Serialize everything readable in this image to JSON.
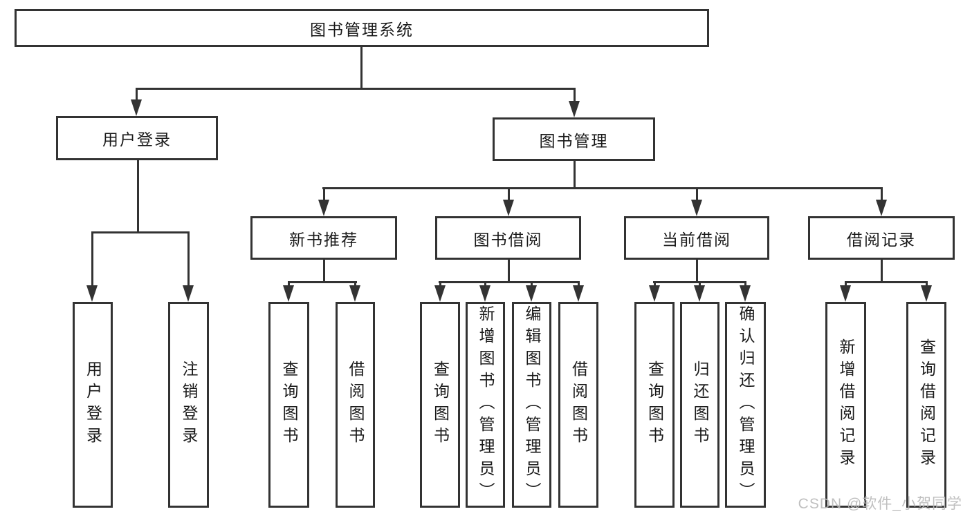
{
  "diagram_title": "图书管理系统",
  "nodes": [
    {
      "id": "root",
      "label": "图书管理系统",
      "parent": null
    },
    {
      "id": "user-login",
      "label": "用户登录",
      "parent": "root"
    },
    {
      "id": "book-management",
      "label": "图书管理",
      "parent": "root"
    },
    {
      "id": "new-book-recommend",
      "label": "新书推荐",
      "parent": "book-management"
    },
    {
      "id": "book-borrowing",
      "label": "图书借阅",
      "parent": "book-management"
    },
    {
      "id": "current-borrowing",
      "label": "当前借阅",
      "parent": "book-management"
    },
    {
      "id": "borrowing-records",
      "label": "借阅记录",
      "parent": "book-management"
    },
    {
      "id": "leaf-user-login",
      "label": "用户登录",
      "parent": "user-login"
    },
    {
      "id": "leaf-logout",
      "label": "注销登录",
      "parent": "user-login"
    },
    {
      "id": "leaf-query-books-rec",
      "label": "查询图书",
      "parent": "new-book-recommend"
    },
    {
      "id": "leaf-borrow-books-rec",
      "label": "借阅图书",
      "parent": "new-book-recommend"
    },
    {
      "id": "leaf-query-books-borrow",
      "label": "查询图书",
      "parent": "book-borrowing"
    },
    {
      "id": "leaf-add-book-admin",
      "label": "新增图书（管理员）",
      "parent": "book-borrowing"
    },
    {
      "id": "leaf-edit-book-admin",
      "label": "编辑图书（管理员）",
      "parent": "book-borrowing"
    },
    {
      "id": "leaf-borrow-books",
      "label": "借阅图书",
      "parent": "book-borrowing"
    },
    {
      "id": "leaf-query-books-current",
      "label": "查询图书",
      "parent": "current-borrowing"
    },
    {
      "id": "leaf-return-books",
      "label": "归还图书",
      "parent": "current-borrowing"
    },
    {
      "id": "leaf-confirm-return-admin",
      "label": "确认归还（管理员）",
      "parent": "current-borrowing"
    },
    {
      "id": "leaf-add-borrow-record",
      "label": "新增借阅记录",
      "parent": "borrowing-records"
    },
    {
      "id": "leaf-query-borrow-record",
      "label": "查询借阅记录",
      "parent": "borrowing-records"
    }
  ],
  "watermark": {
    "text": "CSDN @软件_小贺同学"
  },
  "colors": {
    "line": "#333333",
    "text": "#1a1a1a",
    "background": "#ffffff",
    "watermark": "#b9b9b9"
  }
}
